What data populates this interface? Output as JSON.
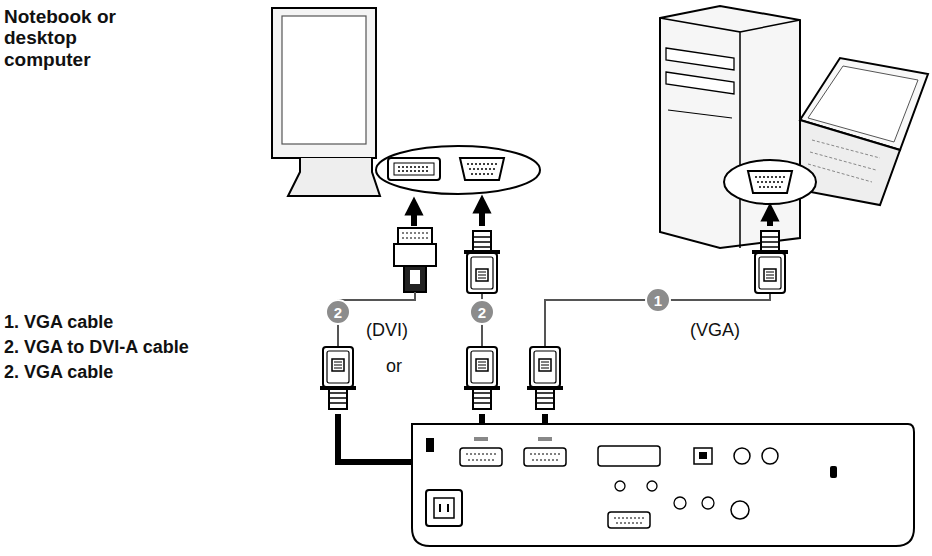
{
  "diagram": {
    "nodes": [
      {
        "text": [
          "2"
        ]
      },
      {
        "text": [
          "2"
        ]
      },
      {
        "text": [
          "1"
        ]
      }
    ],
    "labels": [
      "Notebook or desktop computer",
      "1. VGA cable",
      "2. VGA to DVI-A cable",
      "2. VGA cable",
      "(DVI)",
      "or",
      "(VGA)"
    ]
  }
}
